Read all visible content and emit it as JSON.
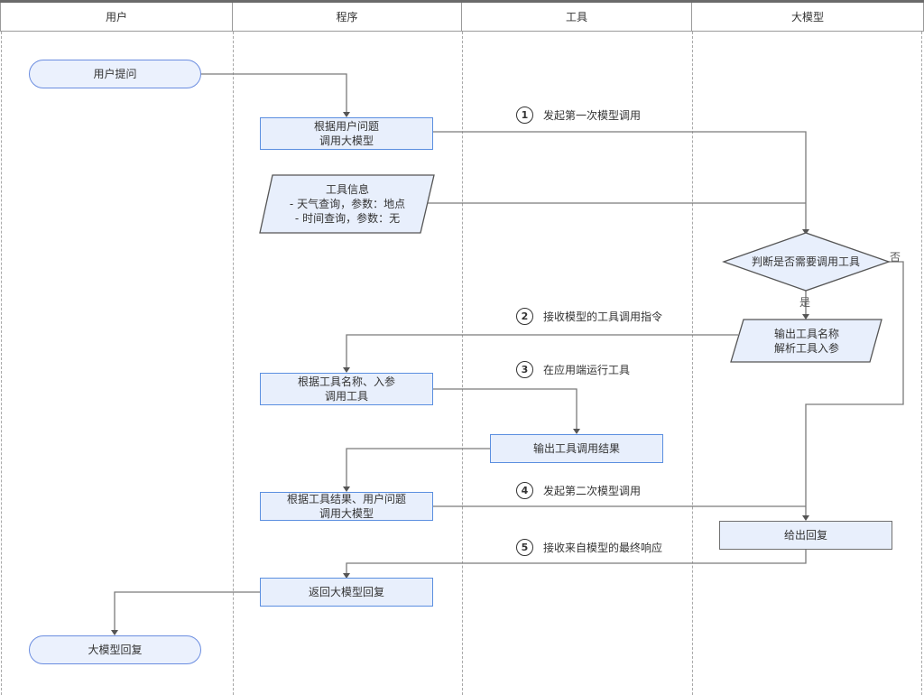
{
  "lanes": [
    {
      "label": "用户"
    },
    {
      "label": "程序"
    },
    {
      "label": "工具"
    },
    {
      "label": "大模型"
    }
  ],
  "nodes": {
    "user_question": "用户提问",
    "call_llm_1": "根据用户问题\n调用大模型",
    "tool_info": "工具信息\n- 天气查询，参数：地点\n- 时间查询，参数：无",
    "decision": "判断是否需要调用工具",
    "output_tool": "输出工具名称\n解析工具入参",
    "call_tool": "根据工具名称、入参\n调用工具",
    "tool_result": "输出工具调用结果",
    "call_llm_2": "根据工具结果、用户问题\n调用大模型",
    "give_reply": "给出回复",
    "return_reply": "返回大模型回复",
    "final_reply": "大模型回复"
  },
  "branches": {
    "yes": "是",
    "no": "否"
  },
  "steps": [
    {
      "num": "1",
      "label": "发起第一次模型调用"
    },
    {
      "num": "2",
      "label": "接收模型的工具调用指令"
    },
    {
      "num": "3",
      "label": "在应用端运行工具"
    },
    {
      "num": "4",
      "label": "发起第二次模型调用"
    },
    {
      "num": "5",
      "label": "接收来自模型的最终响应"
    }
  ],
  "colors": {
    "node_fill": "#e8effc",
    "node_border": "#5b8fe0",
    "edge": "#707070"
  }
}
